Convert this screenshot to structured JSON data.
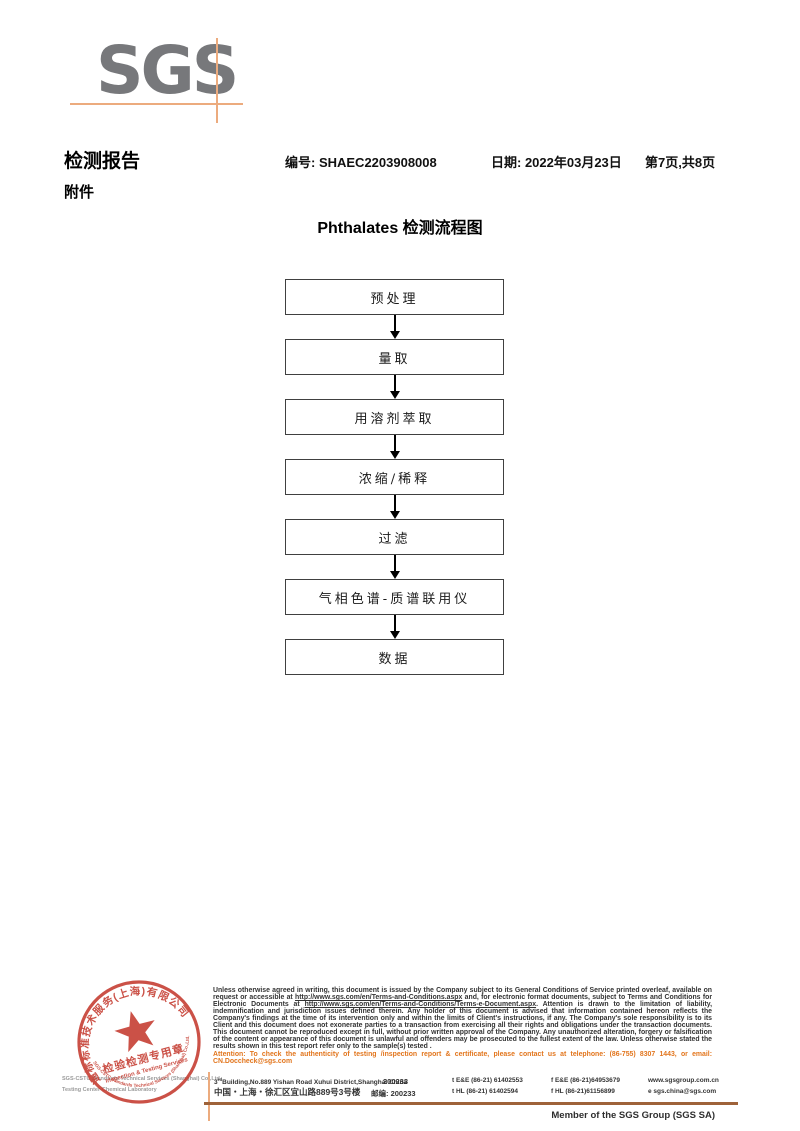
{
  "logo": {
    "text": "SGS"
  },
  "header": {
    "report_title": "检测报告",
    "report_no": "编号: SHAEC2203908008",
    "date": "日期: 2022年03月23日",
    "page_info": "第7页,共8页",
    "attachment": "附件"
  },
  "flowchart": {
    "title": "Phthalates 检测流程图",
    "steps": [
      "预处理",
      "量取",
      "用溶剂萃取",
      "浓缩/稀释",
      "过滤",
      "气相色谱-质谱联用仪",
      "数据"
    ]
  },
  "stamp": {
    "arc_top": "通标标准技术服务(上海)有限公司",
    "arc_bottom": "SGS-CSTC Standards Technical Services (Shanghai) Co.,Ltd.",
    "center_line1": "检验检测专用章",
    "center_line2": "Inspection & Testing Services",
    "color": "#c43a2e"
  },
  "footer": {
    "company_line1": "SGS-CSTC Standards Technical Services (Shanghai) Co.,Ltd.",
    "company_line2": "Testing Center-Chemical Laboratory",
    "legal_segments": [
      {
        "text": "Unless otherwise agreed in writing, this document is issued by the Company subject to its General Conditions of Service printed overleaf, available on request or accessible at ",
        "u": false
      },
      {
        "text": "http://www.sgs.com/en/Terms-and-Conditions.aspx",
        "u": true
      },
      {
        "text": " and, for electronic format documents, subject to Terms and Conditions for Electronic Documents at ",
        "u": false
      },
      {
        "text": "http://www.sgs.com/en/Terms-and-Conditions/Terms-e-Document.aspx",
        "u": true
      },
      {
        "text": ". Attention is drawn to the limitation of liability, indemnification and jurisdiction issues defined therein. Any holder of this document is advised that information contained hereon reflects the Company's findings at the time of its intervention only and within the limits of Client's instructions, if any. The Company's sole responsibility is to its Client and this document does not exonerate parties to a transaction from exercising all their rights and obligations under the transaction documents. This document cannot be reproduced except in full, without prior written approval of the Company. Any unauthorized alteration, forgery or falsification of the content or appearance of this document is unlawful and offenders may be prosecuted to the fullest extent of the law. Unless otherwise stated the results shown in this test report refer only to the sample(s) tested .",
        "u": false
      }
    ],
    "attention_text": "Attention: To check the authenticity of testing /inspection report & certificate, please contact us at telephone: (86-755) 8307 1443, or email: CN.Doccheck@sgs.com",
    "addr1_num": "3",
    "addr1_sup": "rd",
    "addr1_rest": "Building,No.889 Yishan Road Xuhui District,Shanghai China",
    "postcode_en": "200233",
    "tel_en": "t E&E (86-21) 61402553",
    "fax_en": "f E&E (86-21)64953679",
    "web": "www.sgsgroup.com.cn",
    "addr_cn": "中国・上海・徐汇区宜山路889号3号楼",
    "postcode_cn": "邮编: 200233",
    "tel_cn": "t HL (86-21) 61402594",
    "fax_cn": "f HL (86-21)61156899",
    "email": "e  sgs.china@sgs.com",
    "member_text": "Member of the SGS Group (SGS SA)"
  }
}
